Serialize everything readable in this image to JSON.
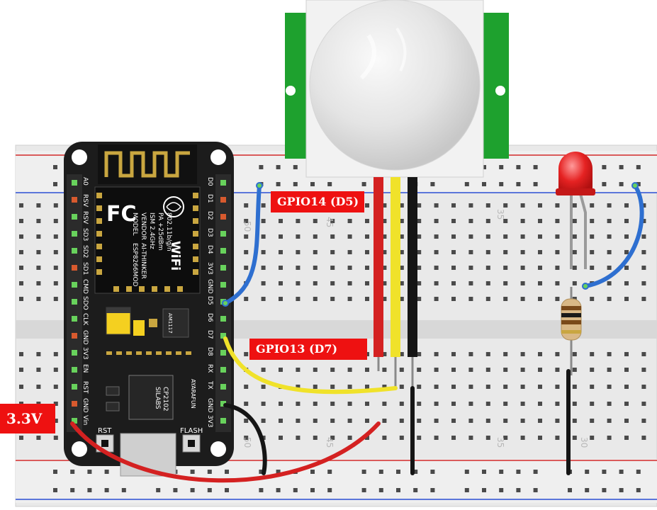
{
  "diagram": {
    "callouts": {
      "gpio14": "GPIO14 (D5)",
      "gpio13": "GPIO13 (D7)",
      "vcc": "3.3V"
    },
    "board": {
      "module": {
        "line1": "MODEL",
        "line2": "VENDOR",
        "line3": "ISM 2.4GHz",
        "line4": "PA +25dBm",
        "line5": "802.11b/g/n",
        "model_value": "ESP8266MOD",
        "vendor_value": "AI-THINKER",
        "fc": "FC",
        "wifi": "WiFi"
      },
      "regulator": "AM1117",
      "usb_chip_brand": "SILABS",
      "usb_chip_model": "CP2102",
      "maker": "AYARAFUN",
      "rst": "RST",
      "flash": "FLASH",
      "pins_left": [
        "A0",
        "RSV",
        "RSV",
        "SD3",
        "SD2",
        "SD1",
        "CMD",
        "SDO",
        "CLK",
        "GND",
        "3V3",
        "EN",
        "RST",
        "GND",
        "Vin"
      ],
      "pins_right": [
        "D0",
        "D1",
        "D2",
        "D3",
        "D4",
        "3V3",
        "GND",
        "D5",
        "D6",
        "D7",
        "D8",
        "RX",
        "TX",
        "GND",
        "3V3"
      ]
    },
    "breadboard_numbers_top": [
      "50",
      "45",
      "35"
    ],
    "breadboard_numbers_bottom": [
      "50",
      "45",
      "35",
      "30"
    ],
    "colors": {
      "wire_blue": "#2e6fd0",
      "wire_yellow": "#f0e22a",
      "wire_red": "#d42121",
      "wire_black": "#151515",
      "pcb": "#1c1c1c",
      "sensor_green": "#1ea12e",
      "led_red": "#e52222",
      "callout_bg": "#ee1111"
    }
  }
}
